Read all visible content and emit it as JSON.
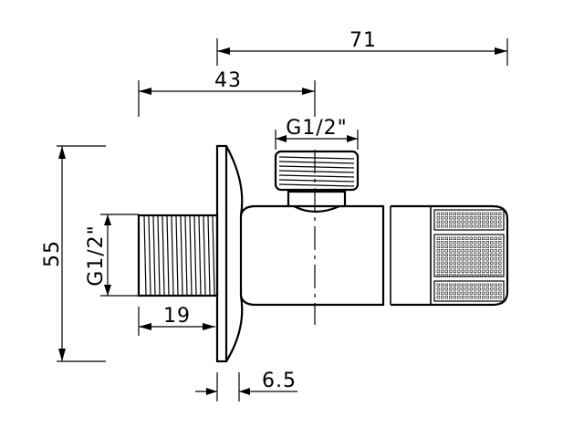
{
  "dimensions": {
    "overall_length": "71",
    "inlet_to_center": "43",
    "outlet_thread": "G1/2\"",
    "height": "55",
    "inlet_thread": "G1/2\"",
    "inlet_length": "19",
    "flange_thickness": "6.5"
  }
}
